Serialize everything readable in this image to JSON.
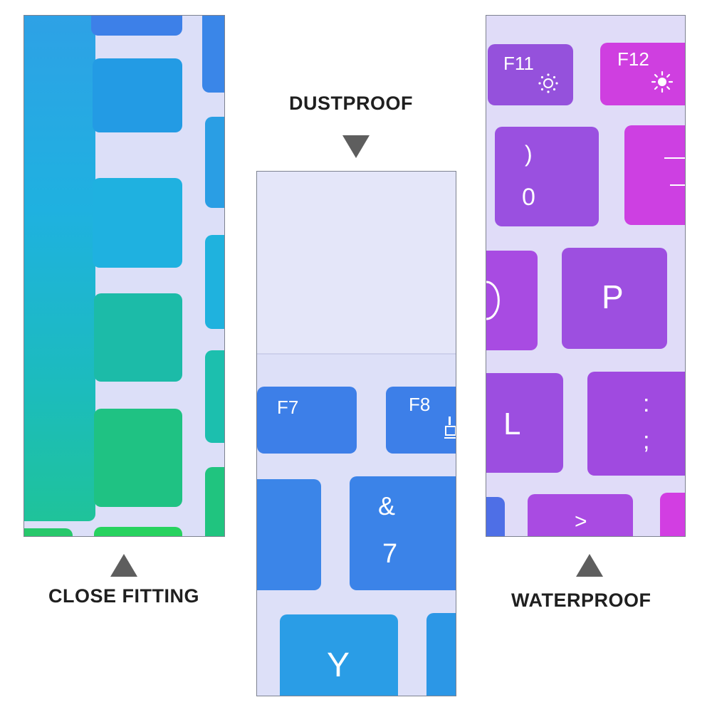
{
  "captions": {
    "close_fitting": "CLOSE FITTING",
    "dustproof": "DUSTPROOF",
    "waterproof": "WATERPROOF"
  },
  "keys": {
    "f7": "F7",
    "f8": "F8",
    "amp": "&",
    "seven": "7",
    "y": "Y",
    "f11": "F11",
    "f12": "F12",
    "rparen": ")",
    "zero": "0",
    "p": "P",
    "l": "L",
    "colon": ":",
    "semicolon": ";",
    "gt": ">"
  },
  "icons": {
    "f11_icon": "brightness-down-icon",
    "f12_icon": "brightness-up-icon",
    "f8_icon": "play-pause-icon"
  },
  "colors": {
    "panel_bg": "#dcdff8",
    "caption_text": "#1f1f1f",
    "arrow": "#5e5e5e",
    "blue_key": "#3d82ea",
    "purple_key": "#9a4fe0",
    "magenta_key": "#d13fe0"
  }
}
